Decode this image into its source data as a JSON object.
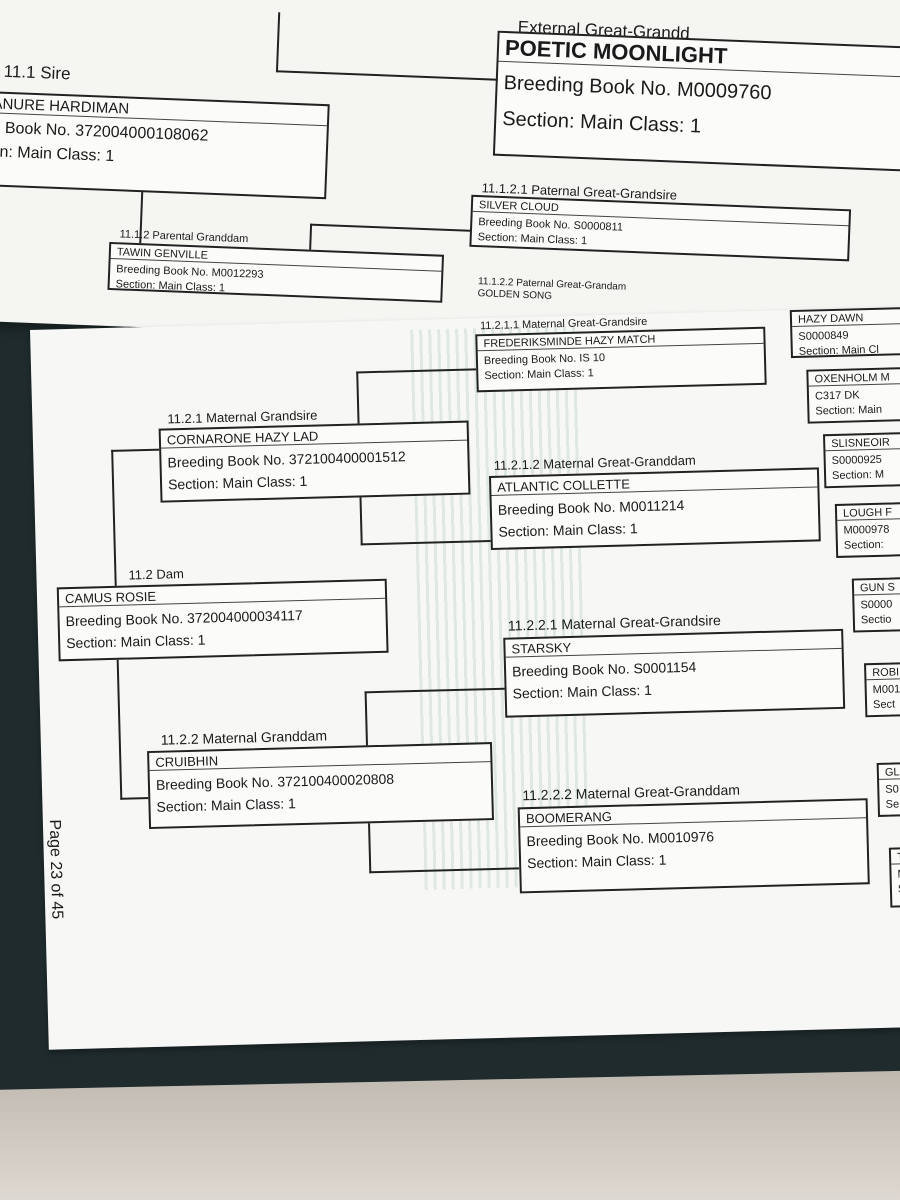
{
  "top_page": {
    "top_header": "External Great-Grandd",
    "poetic": {
      "name": "POETIC MOONLIGHT",
      "book": "Breeding Book No. M0009760",
      "section": "Section: Main Class: 1"
    },
    "sire": {
      "label": "11.1 Sire",
      "name": "ANURE HARDIMAN",
      "book": "g Book No. 372004000108062",
      "section": "on: Main Class: 1"
    },
    "pgs1": {
      "label": "11.1.2.1 Paternal Great-Grandsire",
      "name": "SILVER CLOUD",
      "book": "Breeding Book No. S0000811",
      "section": "Section: Main Class: 1"
    },
    "pgd": {
      "label": "11.1.2 Parental Granddam",
      "name": "TAWIN GENVILLE",
      "book": "Breeding Book No. M0012293",
      "section": "Section: Main Class: 1"
    },
    "pgs2": {
      "label": "11.1.2.2 Paternal Great-Grandam",
      "name": "GOLDEN SONG"
    }
  },
  "main_page": {
    "page_number": "Page 23 of 45",
    "dam": {
      "label": "11.2 Dam",
      "name": "CAMUS ROSIE",
      "book": "Breeding Book No. 372004000034117",
      "section": "Section: Main Class: 1"
    },
    "mgs": {
      "label": "11.2.1 Maternal Grandsire",
      "name": "CORNARONE HAZY LAD",
      "book": "Breeding Book No. 372100400001512",
      "section": "Section: Main Class: 1"
    },
    "mgd": {
      "label": "11.2.2 Maternal Granddam",
      "name": "CRUIBHIN",
      "book": "Breeding Book No. 372100400020808",
      "section": "Section: Main Class: 1"
    },
    "g1": {
      "label": "11.2.1.1 Maternal Great-Grandsire",
      "name": "FREDERIKSMINDE HAZY MATCH",
      "book": "Breeding Book No. IS 10",
      "section": "Section: Main Class: 1"
    },
    "g2": {
      "label": "11.2.1.2 Maternal Great-Granddam",
      "name": "ATLANTIC COLLETTE",
      "book": "Breeding Book No. M0011214",
      "section": "Section: Main Class: 1"
    },
    "g3": {
      "label": "11.2.2.1 Maternal Great-Grandsire",
      "name": "STARSKY",
      "book": "Breeding Book No. S0001154",
      "section": "Section: Main Class: 1"
    },
    "g4": {
      "label": "11.2.2.2 Maternal Great-Granddam",
      "name": "BOOMERANG",
      "book": "Breeding Book No. M0010976",
      "section": "Section: Main Class: 1"
    },
    "edge": [
      {
        "name": "HAZY DAWN",
        "book": "S0000849",
        "section": "Section: Main Cl"
      },
      {
        "name": "OXENHOLM M",
        "book": "C317 DK",
        "section": "Section: Main"
      },
      {
        "name": "SLISNEOIR",
        "book": "S0000925",
        "section": "Section: M"
      },
      {
        "name": "LOUGH F",
        "book": "M000978",
        "section": "Section:"
      },
      {
        "name": "GUN S",
        "book": "S0000",
        "section": "Sectio"
      },
      {
        "name": "ROBI",
        "book": "M001",
        "section": "Sect"
      },
      {
        "name": "GLI",
        "book": "S0",
        "section": "Se"
      },
      {
        "name": "T",
        "book": "M",
        "section": "S"
      }
    ]
  }
}
